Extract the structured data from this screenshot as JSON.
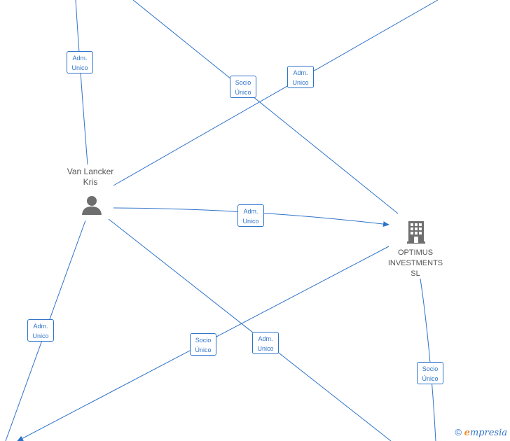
{
  "nodes": {
    "person": {
      "name_line1": "Van Lancker",
      "name_line2": "Kris",
      "icon": "person-icon"
    },
    "company": {
      "name_line1": "OPTIMUS",
      "name_line2": "INVESTMENTS",
      "name_line3": "SL",
      "icon": "building-icon"
    }
  },
  "edge_labels": [
    {
      "line1": "Adm.",
      "line2": "Unico"
    },
    {
      "line1": "Socio",
      "line2": "Único"
    },
    {
      "line1": "Adm.",
      "line2": "Unico"
    },
    {
      "line1": "Adm.",
      "line2": "Unico"
    },
    {
      "line1": "Adm.",
      "line2": "Unico"
    },
    {
      "line1": "Socio",
      "line2": "Único"
    },
    {
      "line1": "Adm.",
      "line2": "Unico"
    },
    {
      "line1": "Socio",
      "line2": "Único"
    }
  ],
  "watermark": {
    "symbol": "©",
    "brand_initial": "e",
    "brand_rest": "mpresia"
  },
  "colors": {
    "edge": "#2f73c8",
    "node_icon": "#6e6e6e",
    "label_text": "#555555",
    "brand_accent": "#f28c28"
  }
}
